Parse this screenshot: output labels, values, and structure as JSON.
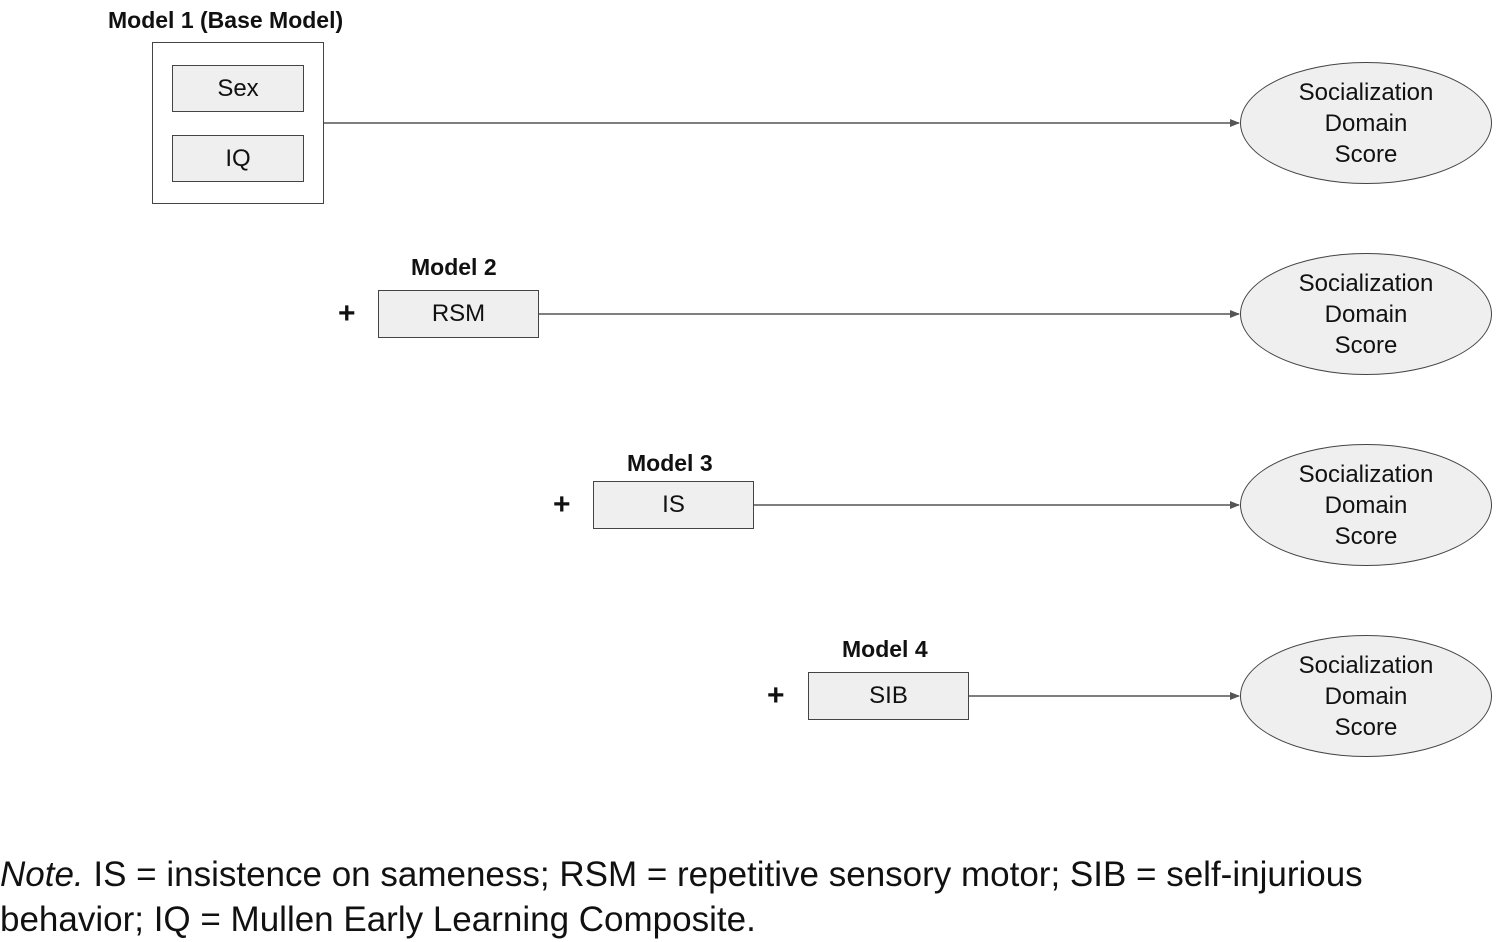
{
  "models": [
    {
      "title": "Model 1 (Base Model)",
      "prefix": "",
      "variables": [
        "Sex",
        "IQ"
      ]
    },
    {
      "title": "Model 2",
      "prefix": "+",
      "variables": [
        "RSM"
      ]
    },
    {
      "title": "Model 3",
      "prefix": "+",
      "variables": [
        "IS"
      ]
    },
    {
      "title": "Model 4",
      "prefix": "+",
      "variables": [
        "SIB"
      ]
    }
  ],
  "outcome": {
    "lines": [
      "Socialization",
      "Domain",
      "Score"
    ]
  },
  "note": {
    "label": "Note.",
    "text": " IS = insistence on sameness; RSM = repetitive sensory motor; SIB = self-injurious behavior; IQ = Mullen Early Learning Composite."
  }
}
